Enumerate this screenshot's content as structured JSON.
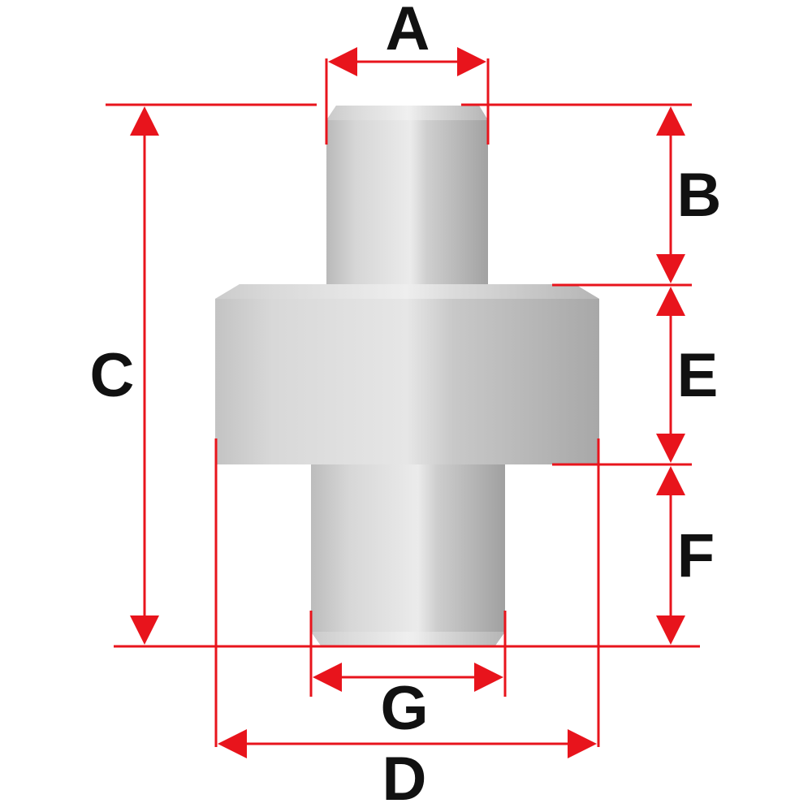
{
  "colors": {
    "dimension": "#e8141c",
    "label": "#111111",
    "metal_light": "#e4e4e4",
    "metal_mid": "#c4c4c4",
    "metal_dark": "#9c9c9c",
    "background": "#ffffff"
  },
  "labels": {
    "A": "A",
    "B": "B",
    "C": "C",
    "D": "D",
    "E": "E",
    "F": "F",
    "G": "G"
  }
}
